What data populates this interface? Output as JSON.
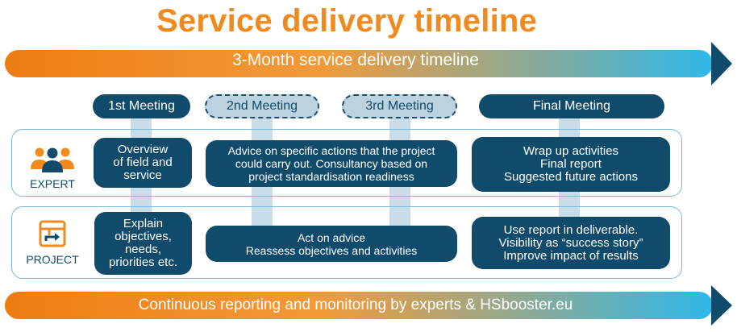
{
  "title": "Service delivery timeline",
  "top_band": {
    "label": "3-Month service delivery timeline"
  },
  "bottom_band": {
    "label": "Continuous reporting and monitoring by experts & HSbooster.eu"
  },
  "meetings": [
    {
      "label": "1st Meeting",
      "style": "solid"
    },
    {
      "label": "2nd Meeting",
      "style": "dashed"
    },
    {
      "label": "3rd Meeting",
      "style": "dashed"
    },
    {
      "label": "Final Meeting",
      "style": "solid"
    }
  ],
  "roles": {
    "expert": {
      "label": "EXPERT",
      "icon": "people-group-icon"
    },
    "project": {
      "label": "PROJECT",
      "icon": "project-board-icon"
    }
  },
  "expert_cards": {
    "first": "Overview\nof field and\nservice",
    "middle": "Advice on specific actions that the project\ncould carry out. Consultancy based on\nproject standardisation readiness",
    "final": "Wrap up activities\nFinal report\nSuggested future actions"
  },
  "project_cards": {
    "first": "Explain\nobjectives,\nneeds,\npriorities etc.",
    "middle": "Act on advice\nReassess objectives and activities",
    "final": "Use report in deliverable.\nVisibility as “success story”\nImprove impact of results"
  },
  "colors": {
    "orange": "#ee8a1e",
    "blue": "#2fb3e6",
    "navy": "#114b6b",
    "light_blue": "#c9dde9"
  }
}
